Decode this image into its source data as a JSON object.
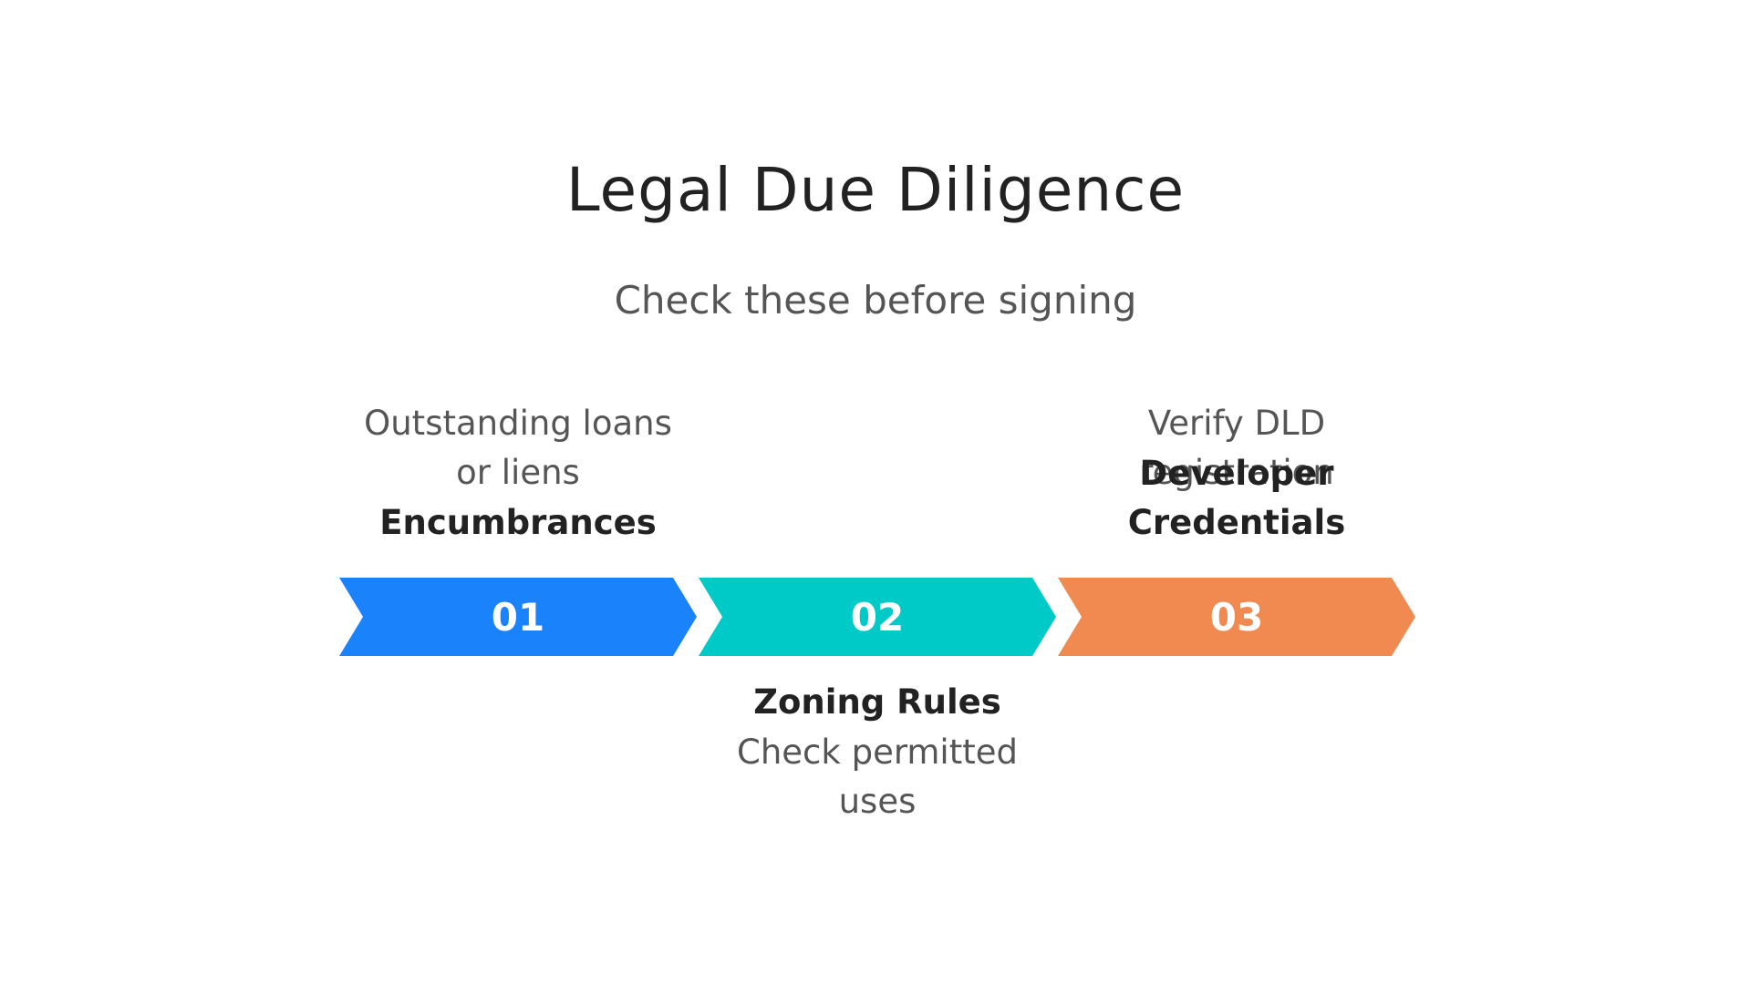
{
  "title": "Legal Due Diligence",
  "subtitle": "Check these before signing",
  "steps": [
    {
      "number": "01",
      "title": "Encumbrances",
      "description": [
        "Outstanding loans",
        "or liens"
      ],
      "color": "#1a82fb"
    },
    {
      "number": "02",
      "title": "Zoning Rules",
      "description": [
        "Check permitted",
        "uses"
      ],
      "color": "#00cac8"
    },
    {
      "number": "03",
      "title": [
        "Developer",
        "Credentials"
      ],
      "description": [
        "Verify DLD",
        "registration"
      ],
      "color": "#f08a50"
    }
  ]
}
